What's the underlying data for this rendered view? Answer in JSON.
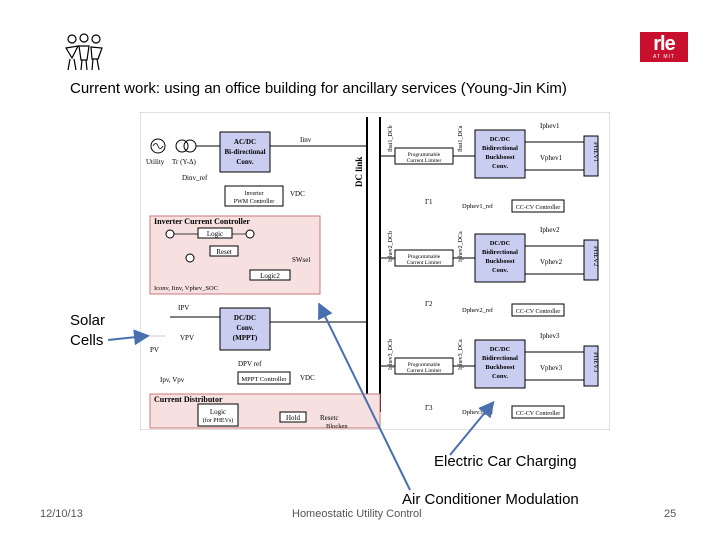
{
  "slide": {
    "title": "Current work: using an office building for ancillary services (Young-Jin Kim)",
    "labels": {
      "solar": "Solar Cells",
      "ev": "Electric Car Charging",
      "ac": "Air Conditioner Modulation"
    },
    "footer": {
      "date": "12/10/13",
      "center": "Homeostatic Utility Control",
      "page": "25"
    },
    "logo": {
      "main": "rle",
      "sub": "AT MIT"
    },
    "colors": {
      "accent": "#c8102e",
      "box_fill": "#c9cdf0",
      "pink_fill": "#f6e0e0",
      "arrow": "#4a6fb0"
    }
  },
  "diagram": {
    "dc_link": "DC link",
    "utility": "Utility",
    "tr": "Tr (Y-Δ)",
    "acdc_block": [
      "AC/DC",
      "Bi-directional",
      "Conv."
    ],
    "dinv_ref": "Dinv_ref",
    "iinv": "Iinv",
    "vdc": "VDC",
    "inverter_pwm": [
      "Inverter",
      "PWM Controller"
    ],
    "inverter_ctrl_title": "Inverter Current Controller",
    "logic": "Logic",
    "reset": "Reset",
    "logic2": "Logic2",
    "swsel": "SWsel",
    "iconv_inv": "Iconv, Iinv, Vphev_SOC",
    "ipv": "IPV",
    "pv": "PV",
    "vpv": "VPV",
    "dcdc_pv_block": [
      "DC/DC",
      "Conv.",
      "(MPPT)"
    ],
    "dpv_ref": "DPV ref",
    "mppt_ctrl": "MPPT Controller",
    "ipv_vpv": "Ipv, Vpv",
    "current_distributor": "Current Distributor",
    "logic_phev": [
      "Logic",
      "(for PHEVs)"
    ],
    "hold": "Hold",
    "resetc": "Resetc",
    "blocken": "Blocken",
    "dcdc_bi_block": [
      "DC/DC",
      "Bidirectional",
      "Buckboost",
      "Conv."
    ],
    "prog_limiter": [
      "Programmable",
      "Current Limiter"
    ],
    "cc_cv": "CC-CV Controller",
    "phevs": [
      {
        "name": "PHEV1",
        "iphev": "Iphev1",
        "vphev": "Vphev1",
        "dphev": "Dphev1_ref",
        "gamma": "Γ1",
        "ibat": "Ibat1_DCb",
        "ibata": "Ibat1_DCa"
      },
      {
        "name": "PHEV2",
        "iphev": "Iphev2",
        "vphev": "Vphev2",
        "dphev": "Dphev2_ref",
        "gamma": "Γ2",
        "ibat": "Iphev2_DCb",
        "ibata": "Iphev2_DCa"
      },
      {
        "name": "PHEV3",
        "iphev": "Iphev3",
        "vphev": "Vphev3",
        "dphev": "Dphev3_ref",
        "gamma": "Γ3",
        "ibat": "Iphev3_DCb",
        "ibata": "Iphev3_DCa"
      }
    ]
  }
}
